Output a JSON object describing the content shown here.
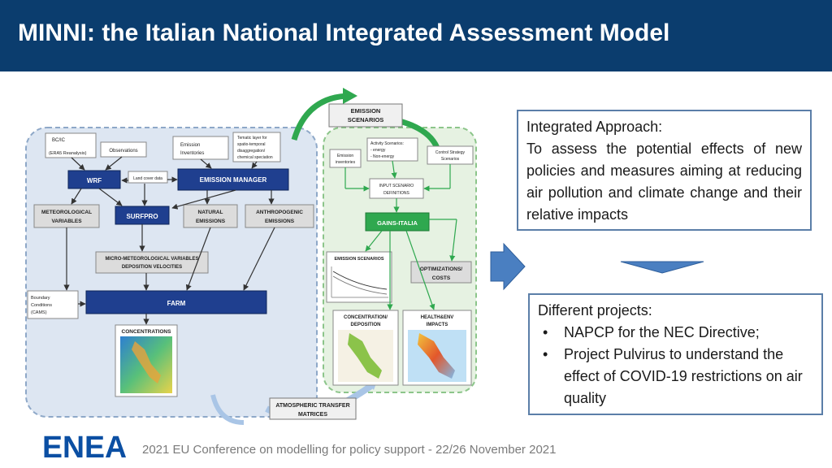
{
  "header": {
    "title": "MINNI: the Italian National Integrated Assessment Model"
  },
  "diagram": {
    "emission_scenarios_top": [
      "EMISSION",
      "SCENARIOS"
    ],
    "bc_ic": [
      "BC/IC",
      "(ERA5 Reanalysis)"
    ],
    "observations": "Observations",
    "emission_inventories": [
      "Emission",
      "Inventories"
    ],
    "tematic_layer": [
      "Tematic layer for",
      "spatio-temporal",
      "disaggregation/",
      "chemical speciation"
    ],
    "wrf": "WRF",
    "land_cover": "Land cover data",
    "emission_manager": "EMISSION MANAGER",
    "meteorological_variables": [
      "METEOROLOGICAL",
      "VARIABLES"
    ],
    "surfpro": "SURFPRO",
    "natural_emissions": [
      "NATURAL",
      "EMISSIONS"
    ],
    "anthropogenic_emissions": [
      "ANTHROPOGENIC",
      "EMISSIONS"
    ],
    "micro_meteorological": [
      "MICRO-METEOROLOGICAL VARIABLES",
      "DEPOSITION VELOCITIES"
    ],
    "boundary_conditions": [
      "Boundary",
      "Conditions",
      "(CAMS)"
    ],
    "farm": "FARM",
    "concentrations": "CONCENTRATIONS",
    "activity_scenarios": [
      "Activity Scenarios:",
      "-   energy",
      "-   Non-energy"
    ],
    "emission_inventories_right": [
      "Emission",
      "inventories"
    ],
    "control_strategy": [
      "Control Strategy",
      "Scenarios"
    ],
    "input_scenario": [
      "INPUT SCENARIO",
      "DEFINITIONS"
    ],
    "gains_italia": "GAINS-ITALIA",
    "emission_scenarios_small": "EMISSION SCENARIOS",
    "optimizations": [
      "OPTIMIZATIONS/",
      "COSTS"
    ],
    "concentration_deposition": [
      "CONCENTRATION/",
      "DEPOSITION"
    ],
    "health_env": [
      "HEALTH&ENV",
      "IMPACTS"
    ],
    "atmospheric_transfer": [
      "ATMOSPHERIC TRANSFER",
      "MATRICES"
    ]
  },
  "integrated": {
    "heading": "Integrated Approach:",
    "body": "To assess the potential effects of new policies and measures aiming at reducing air pollution and climate change and their relative impacts"
  },
  "projects": {
    "heading": "Different projects:",
    "items": [
      "NAPCP for the NEC Directive;",
      "Project Pulvirus to understand the effect of COVID-19 restrictions on air quality"
    ]
  },
  "footer": {
    "text": "2021 EU Conference on modelling for policy support  - 22/26 November 2021"
  },
  "logo": {
    "text": "ENEA"
  },
  "colors": {
    "header": "#0b3d6e",
    "model_box": "#1f3f8f",
    "gains_box": "#2fa84f",
    "arrow": "#4a7fc1"
  }
}
